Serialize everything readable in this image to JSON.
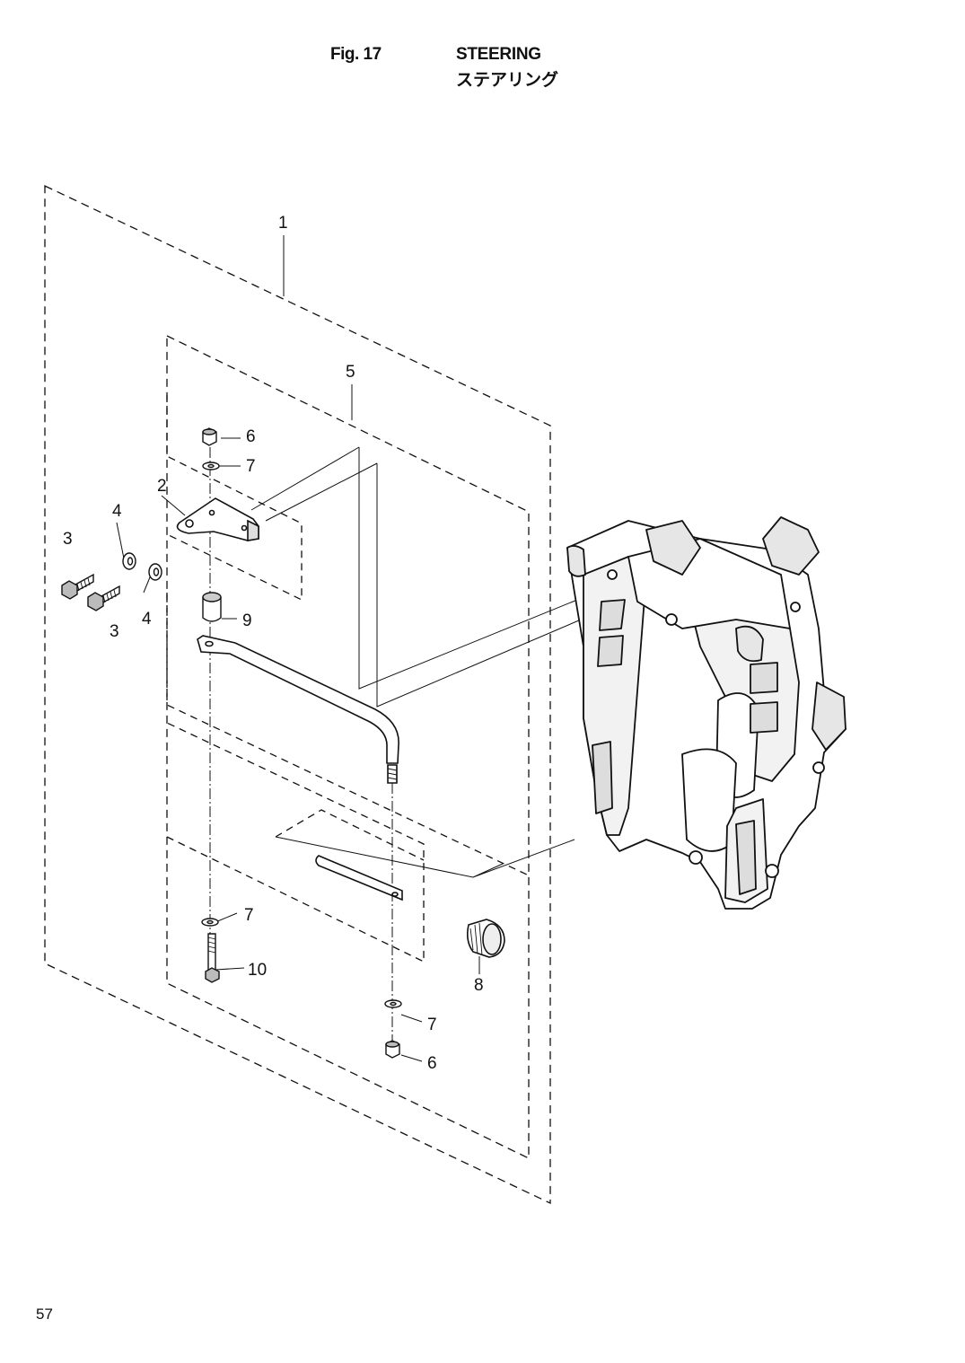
{
  "header": {
    "fig_label": "Fig. 17",
    "title_en": "STEERING",
    "title_ja": "ステアリング"
  },
  "footer": {
    "page_number": "57"
  },
  "callouts": [
    {
      "id": "c1",
      "label": "1"
    },
    {
      "id": "c2",
      "label": "2"
    },
    {
      "id": "c3a",
      "label": "3"
    },
    {
      "id": "c3b",
      "label": "3"
    },
    {
      "id": "c4a",
      "label": "4"
    },
    {
      "id": "c4b",
      "label": "4"
    },
    {
      "id": "c5",
      "label": "5"
    },
    {
      "id": "c6a",
      "label": "6"
    },
    {
      "id": "c6b",
      "label": "6"
    },
    {
      "id": "c7a",
      "label": "7"
    },
    {
      "id": "c7b",
      "label": "7"
    },
    {
      "id": "c7c",
      "label": "7"
    },
    {
      "id": "c8",
      "label": "8"
    },
    {
      "id": "c9",
      "label": "9"
    },
    {
      "id": "c10",
      "label": "10"
    }
  ],
  "colors": {
    "line": "#111111",
    "background": "#ffffff"
  }
}
